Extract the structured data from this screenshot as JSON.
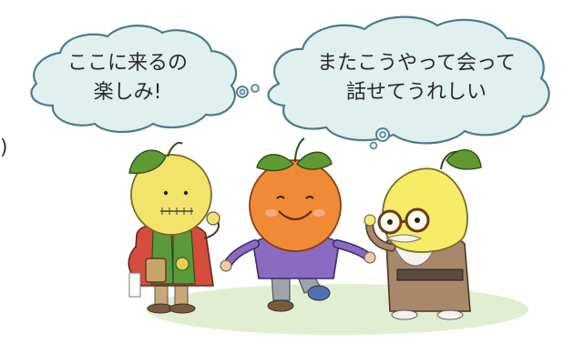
{
  "scene": {
    "left_bubble": {
      "line1": "ここに来るの",
      "line2": "楽しみ!"
    },
    "right_bubble": {
      "line1": "またこうやって会って",
      "line2": "話せてうれしい"
    },
    "edge_glyph": ")"
  },
  "colors": {
    "bubble_fill": "#dff0ef",
    "bubble_stroke": "#4a7b8a",
    "ground": "#dfeccc",
    "yuzu": "#f2e46a",
    "orange": "#f08a36",
    "lemon": "#f6ec66",
    "leaf": "#5f9a32",
    "kimono_red": "#d84c3e",
    "vest_green": "#5a9a3c",
    "purple_shirt": "#8a6bc2",
    "brown_robe": "#a8886a"
  }
}
